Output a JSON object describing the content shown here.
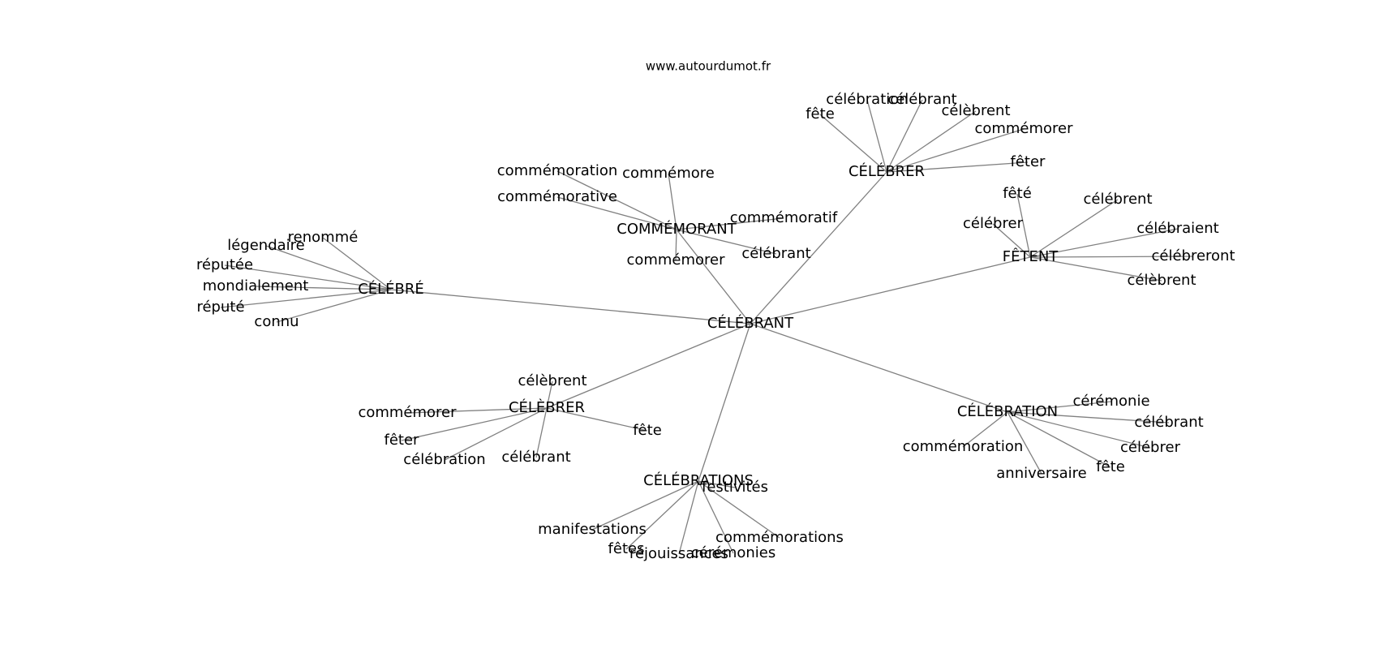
{
  "source": "www.autourdumot.fr",
  "graph": {
    "center": "CÉLÉBRANT",
    "hubs": [
      {
        "id": "celebrer_top",
        "label": "CÉLÉBRER",
        "children": [
          "fête",
          "célébration",
          "célébrant",
          "célèbrent",
          "commémorer",
          "fêter"
        ]
      },
      {
        "id": "commemorant",
        "label": "COMMÉMORANT",
        "children": [
          "commémoration",
          "commémore",
          "commémorative",
          "commémoratif",
          "célébrant",
          "commémorer"
        ]
      },
      {
        "id": "celebre",
        "label": "CÉLÉBRÉ",
        "children": [
          "renommé",
          "légendaire",
          "réputée",
          "mondialement",
          "réputé",
          "connu"
        ]
      },
      {
        "id": "fetent",
        "label": "FÊTENT",
        "children": [
          "fêté",
          "célébrent",
          "célébrer",
          "célébraient",
          "célébreront",
          "célèbrent"
        ]
      },
      {
        "id": "celebrer_bottom",
        "label": "CÉLÈBRER",
        "children": [
          "célèbrent",
          "commémorer",
          "fêter",
          "célébration",
          "célébrant",
          "fête"
        ]
      },
      {
        "id": "celebration",
        "label": "CÉLÉBRATION",
        "children": [
          "cérémonie",
          "célébrant",
          "célébrer",
          "commémoration",
          "anniversaire",
          "fête"
        ]
      },
      {
        "id": "celebrations",
        "label": "CÉLÉBRATIONS",
        "children": [
          "festivités",
          "manifestations",
          "commémorations",
          "fêtes",
          "réjouissances",
          "cérémonies"
        ]
      }
    ]
  }
}
